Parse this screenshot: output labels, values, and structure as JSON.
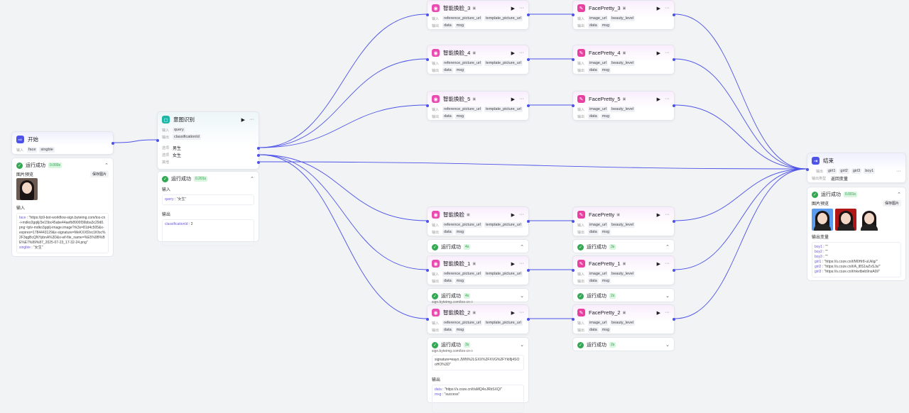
{
  "colors": {
    "edge": "#4d53e8",
    "success": "#32a852",
    "face_swap_icon": "#e94bb0",
    "face_pretty_icon": "#e93fa0",
    "start_icon": "#4d53e8",
    "intent_icon": "#1fb6a5"
  },
  "labels": {
    "input": "输入",
    "output": "输出",
    "option": "选项",
    "else": "其他",
    "output_type": "输出类型",
    "run_success": "运行成功",
    "image_preview": "图片预览",
    "save_image": "保存图片",
    "output_vars": "输出变量"
  },
  "start": {
    "title": "开始",
    "inputs": [
      "face",
      "singbie"
    ],
    "time": "0.000s",
    "input_json": [
      {
        "k": "face",
        "v": "\"https://p9-bot-workflow-sign.byteimg.com/tos-cn-i-mdko3gqilj/3e15bc45abe44aefb8900f36bba3c29d0.png~tplv-mdko3gqilj-image.image?rk3s=81d4c505&x-expires=1784443129&x-signature=MeKXXf2ec1Kfoc%2F3qgBcQNYpbnA%3D&x-wf-file_name=%E5%9B%BE%E7%89%87_2025-07-23_17-32-24.png\""
      },
      {
        "k": "singbie",
        "v": "\"女生\""
      }
    ]
  },
  "intent": {
    "title": "意图识别",
    "input": "query",
    "output": "classificationId",
    "options": [
      "男生",
      "女生"
    ],
    "time": "0.201s",
    "input_json": [
      {
        "k": "query",
        "v": "\"女生\""
      }
    ],
    "output_json": [
      {
        "k": "classificationId",
        "v": "2"
      }
    ]
  },
  "face_swap_nodes": [
    {
      "title": "智能换脸_3",
      "inputs": [
        "reference_picture_url",
        "template_picture_url"
      ],
      "outputs": [
        "data",
        "msg"
      ]
    },
    {
      "title": "智能换脸_4",
      "inputs": [
        "reference_picture_url",
        "template_picture_url"
      ],
      "outputs": [
        "data",
        "msg"
      ]
    },
    {
      "title": "智能换脸_5",
      "inputs": [
        "reference_picture_url",
        "template_picture_url"
      ],
      "outputs": [
        "data",
        "msg"
      ]
    },
    {
      "title": "智能换脸",
      "inputs": [
        "reference_picture_url",
        "template_picture_url"
      ],
      "outputs": [
        "data",
        "msg"
      ],
      "time": "4s"
    },
    {
      "title": "智能换脸_1",
      "inputs": [
        "reference_picture_url",
        "template_picture_url"
      ],
      "outputs": [
        "data",
        "msg"
      ],
      "time": "4s",
      "partial": "sign.byteimg.com/tos-cn-i-"
    },
    {
      "title": "智能换脸_2",
      "inputs": [
        "reference_picture_url",
        "template_picture_url"
      ],
      "outputs": [
        "data",
        "msg"
      ],
      "time": "3s",
      "partial": "sign.byteimg.com/tos-cn-i-",
      "input_tail": "signature=eayo.JWN%2LGXX%2FXVG%2FYkI8j4SOoHO%3D\"",
      "output_json": [
        {
          "k": "data",
          "v": "\"https://s.coze.cn/t/aMQ4oJRbSXQ/\""
        },
        {
          "k": "msg",
          "v": "\"success\""
        }
      ]
    }
  ],
  "face_pretty_nodes": [
    {
      "title": "FacePretty_3",
      "inputs": [
        "image_url",
        "beauty_level"
      ],
      "outputs": [
        "data",
        "msg"
      ]
    },
    {
      "title": "FacePretty_4",
      "inputs": [
        "image_url",
        "beauty_level"
      ],
      "outputs": [
        "data",
        "msg"
      ]
    },
    {
      "title": "FacePretty_5",
      "inputs": [
        "image_url",
        "beauty_level"
      ],
      "outputs": [
        "data",
        "msg"
      ]
    },
    {
      "title": "FacePretty",
      "inputs": [
        "image_url",
        "beauty_level"
      ],
      "outputs": [
        "data",
        "msg"
      ],
      "time": "3s"
    },
    {
      "title": "FacePretty_1",
      "inputs": [
        "image_url",
        "beauty_level"
      ],
      "outputs": [
        "data",
        "msg"
      ],
      "time": "2s"
    },
    {
      "title": "FacePretty_2",
      "inputs": [
        "image_url",
        "beauty_level"
      ],
      "outputs": [
        "data",
        "msg"
      ],
      "time": "2s"
    }
  ],
  "end": {
    "title": "结束",
    "outputs": [
      "girl1",
      "girl2",
      "girl3",
      "boy1"
    ],
    "output_type": "返回变量",
    "time": "0.001s",
    "output_json": [
      {
        "k": "boy1",
        "v": "\"\""
      },
      {
        "k": "boy2",
        "v": "\"\""
      },
      {
        "k": "boy3",
        "v": "\"\""
      },
      {
        "k": "girl1",
        "v": "\"https://s.coze.cn/t/M0Hr8-uUkIg/\""
      },
      {
        "k": "girl2",
        "v": "\"https://s.coze.cn/t/A_l8S1wZvSJs/\""
      },
      {
        "k": "girl3",
        "v": "\"https://s.coze.cn/t/nkvtbeb9nsA0I/\""
      }
    ]
  },
  "photo_backgrounds": [
    "#5b9cf0",
    "#b01818",
    "#ffffff"
  ]
}
